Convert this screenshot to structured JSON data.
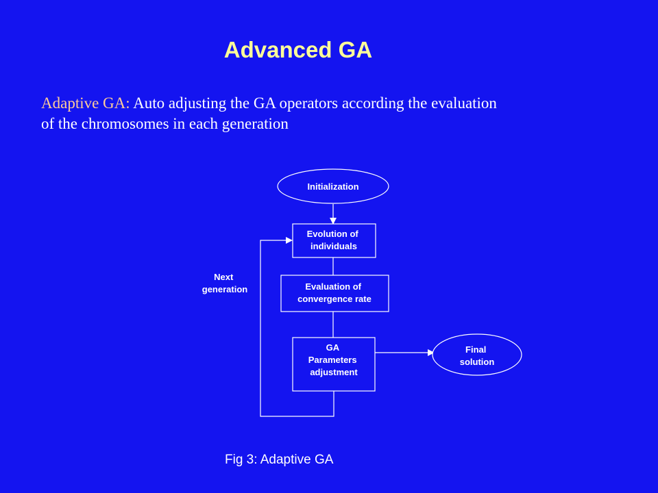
{
  "slide": {
    "title": "Advanced GA",
    "subtitle_term": "Adaptive GA:",
    "subtitle_line1_rest": " Auto adjusting the GA operators according the evaluation",
    "subtitle_line2": "of the chromosomes in each generation",
    "caption": "Fig 3: Adaptive GA"
  },
  "diagram": {
    "start_label": "Initialization",
    "evolution_label": [
      "Evolution of",
      "individuals"
    ],
    "evaluation_label": [
      "Evaluation of",
      "convergence rate"
    ],
    "adjust_label": [
      "GA",
      "Parameters",
      "adjustment"
    ],
    "final_label": [
      "Final",
      "solution"
    ],
    "loop_label": [
      "Next",
      "generation"
    ]
  },
  "colors": {
    "background": "#1414f0",
    "title": "#ffff99",
    "term": "#ffcc99",
    "text": "#ffffff",
    "shape_fill": "#1414f0",
    "stroke": "#ffffff"
  }
}
